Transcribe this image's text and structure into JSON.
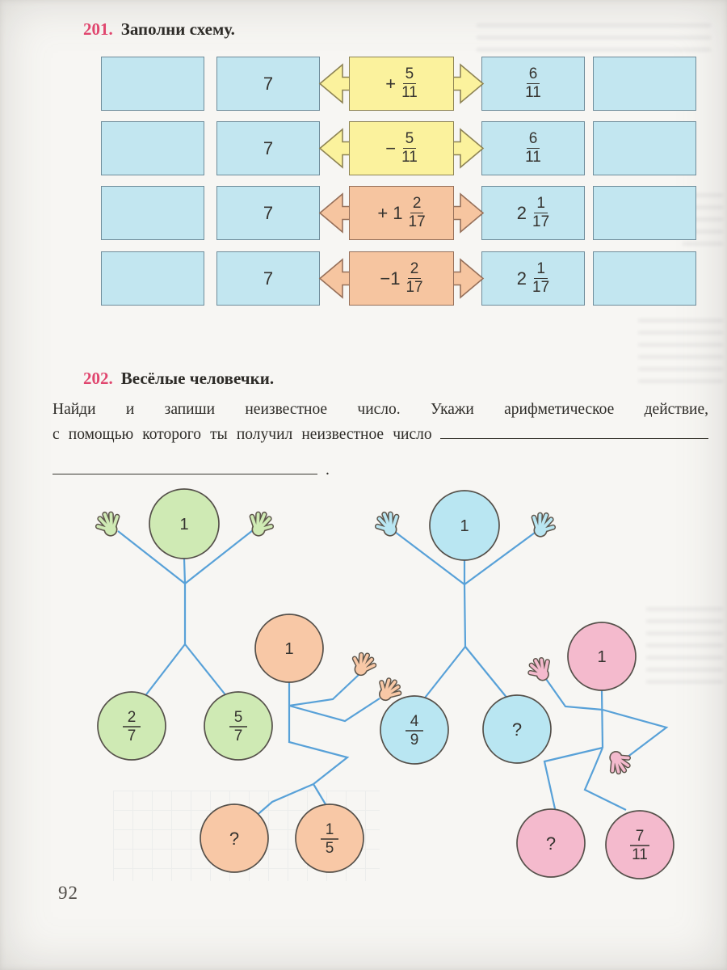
{
  "page": {
    "number": "92"
  },
  "task201": {
    "number": "201.",
    "title": "Заполни схему.",
    "rows": [
      {
        "left": "",
        "given": "7",
        "op_prefix": "+",
        "op_num": "5",
        "op_den": "11",
        "res_prefix": "",
        "res_num": "6",
        "res_den": "11",
        "right": "",
        "theme": "yellow"
      },
      {
        "left": "",
        "given": "7",
        "op_prefix": "−",
        "op_num": "5",
        "op_den": "11",
        "res_prefix": "",
        "res_num": "6",
        "res_den": "11",
        "right": "",
        "theme": "yellow"
      },
      {
        "left": "",
        "given": "7",
        "op_prefix": "+ 1",
        "op_num": "2",
        "op_den": "17",
        "res_prefix": "2",
        "res_num": "1",
        "res_den": "17",
        "right": "",
        "theme": "orange"
      },
      {
        "left": "",
        "given": "7",
        "op_prefix": "−1",
        "op_num": "2",
        "op_den": "17",
        "res_prefix": "2",
        "res_num": "1",
        "res_den": "17",
        "right": "",
        "theme": "orange"
      }
    ]
  },
  "task202": {
    "number": "202.",
    "title": "Весёлые человечки.",
    "line1": "Найди и запиши неизвестное число. Укажи арифметическое действие,",
    "line2": "с помощью которого ты получил неизвестное число",
    "line3_period": "."
  },
  "figures": {
    "green": {
      "head": "1",
      "foot1_num": "2",
      "foot1_den": "7",
      "foot2_num": "5",
      "foot2_den": "7"
    },
    "blue": {
      "head": "1",
      "foot1_num": "4",
      "foot1_den": "9",
      "foot2": "?"
    },
    "orange": {
      "head": "1",
      "foot1": "?",
      "foot2_num": "1",
      "foot2_den": "5"
    },
    "pink": {
      "head": "1",
      "foot1": "?",
      "foot2_num": "7",
      "foot2_den": "11"
    }
  },
  "colors": {
    "task_number": "#e0466e",
    "box_blue": "#c2e6f0",
    "box_yellow": "#fbf29d",
    "box_orange": "#f6c5a0",
    "circle_green": "#cfeab4",
    "circle_blue": "#b9e6f2",
    "circle_orange": "#f8c8a6",
    "circle_pink": "#f4bacd",
    "stick_line": "#58a1d8"
  }
}
